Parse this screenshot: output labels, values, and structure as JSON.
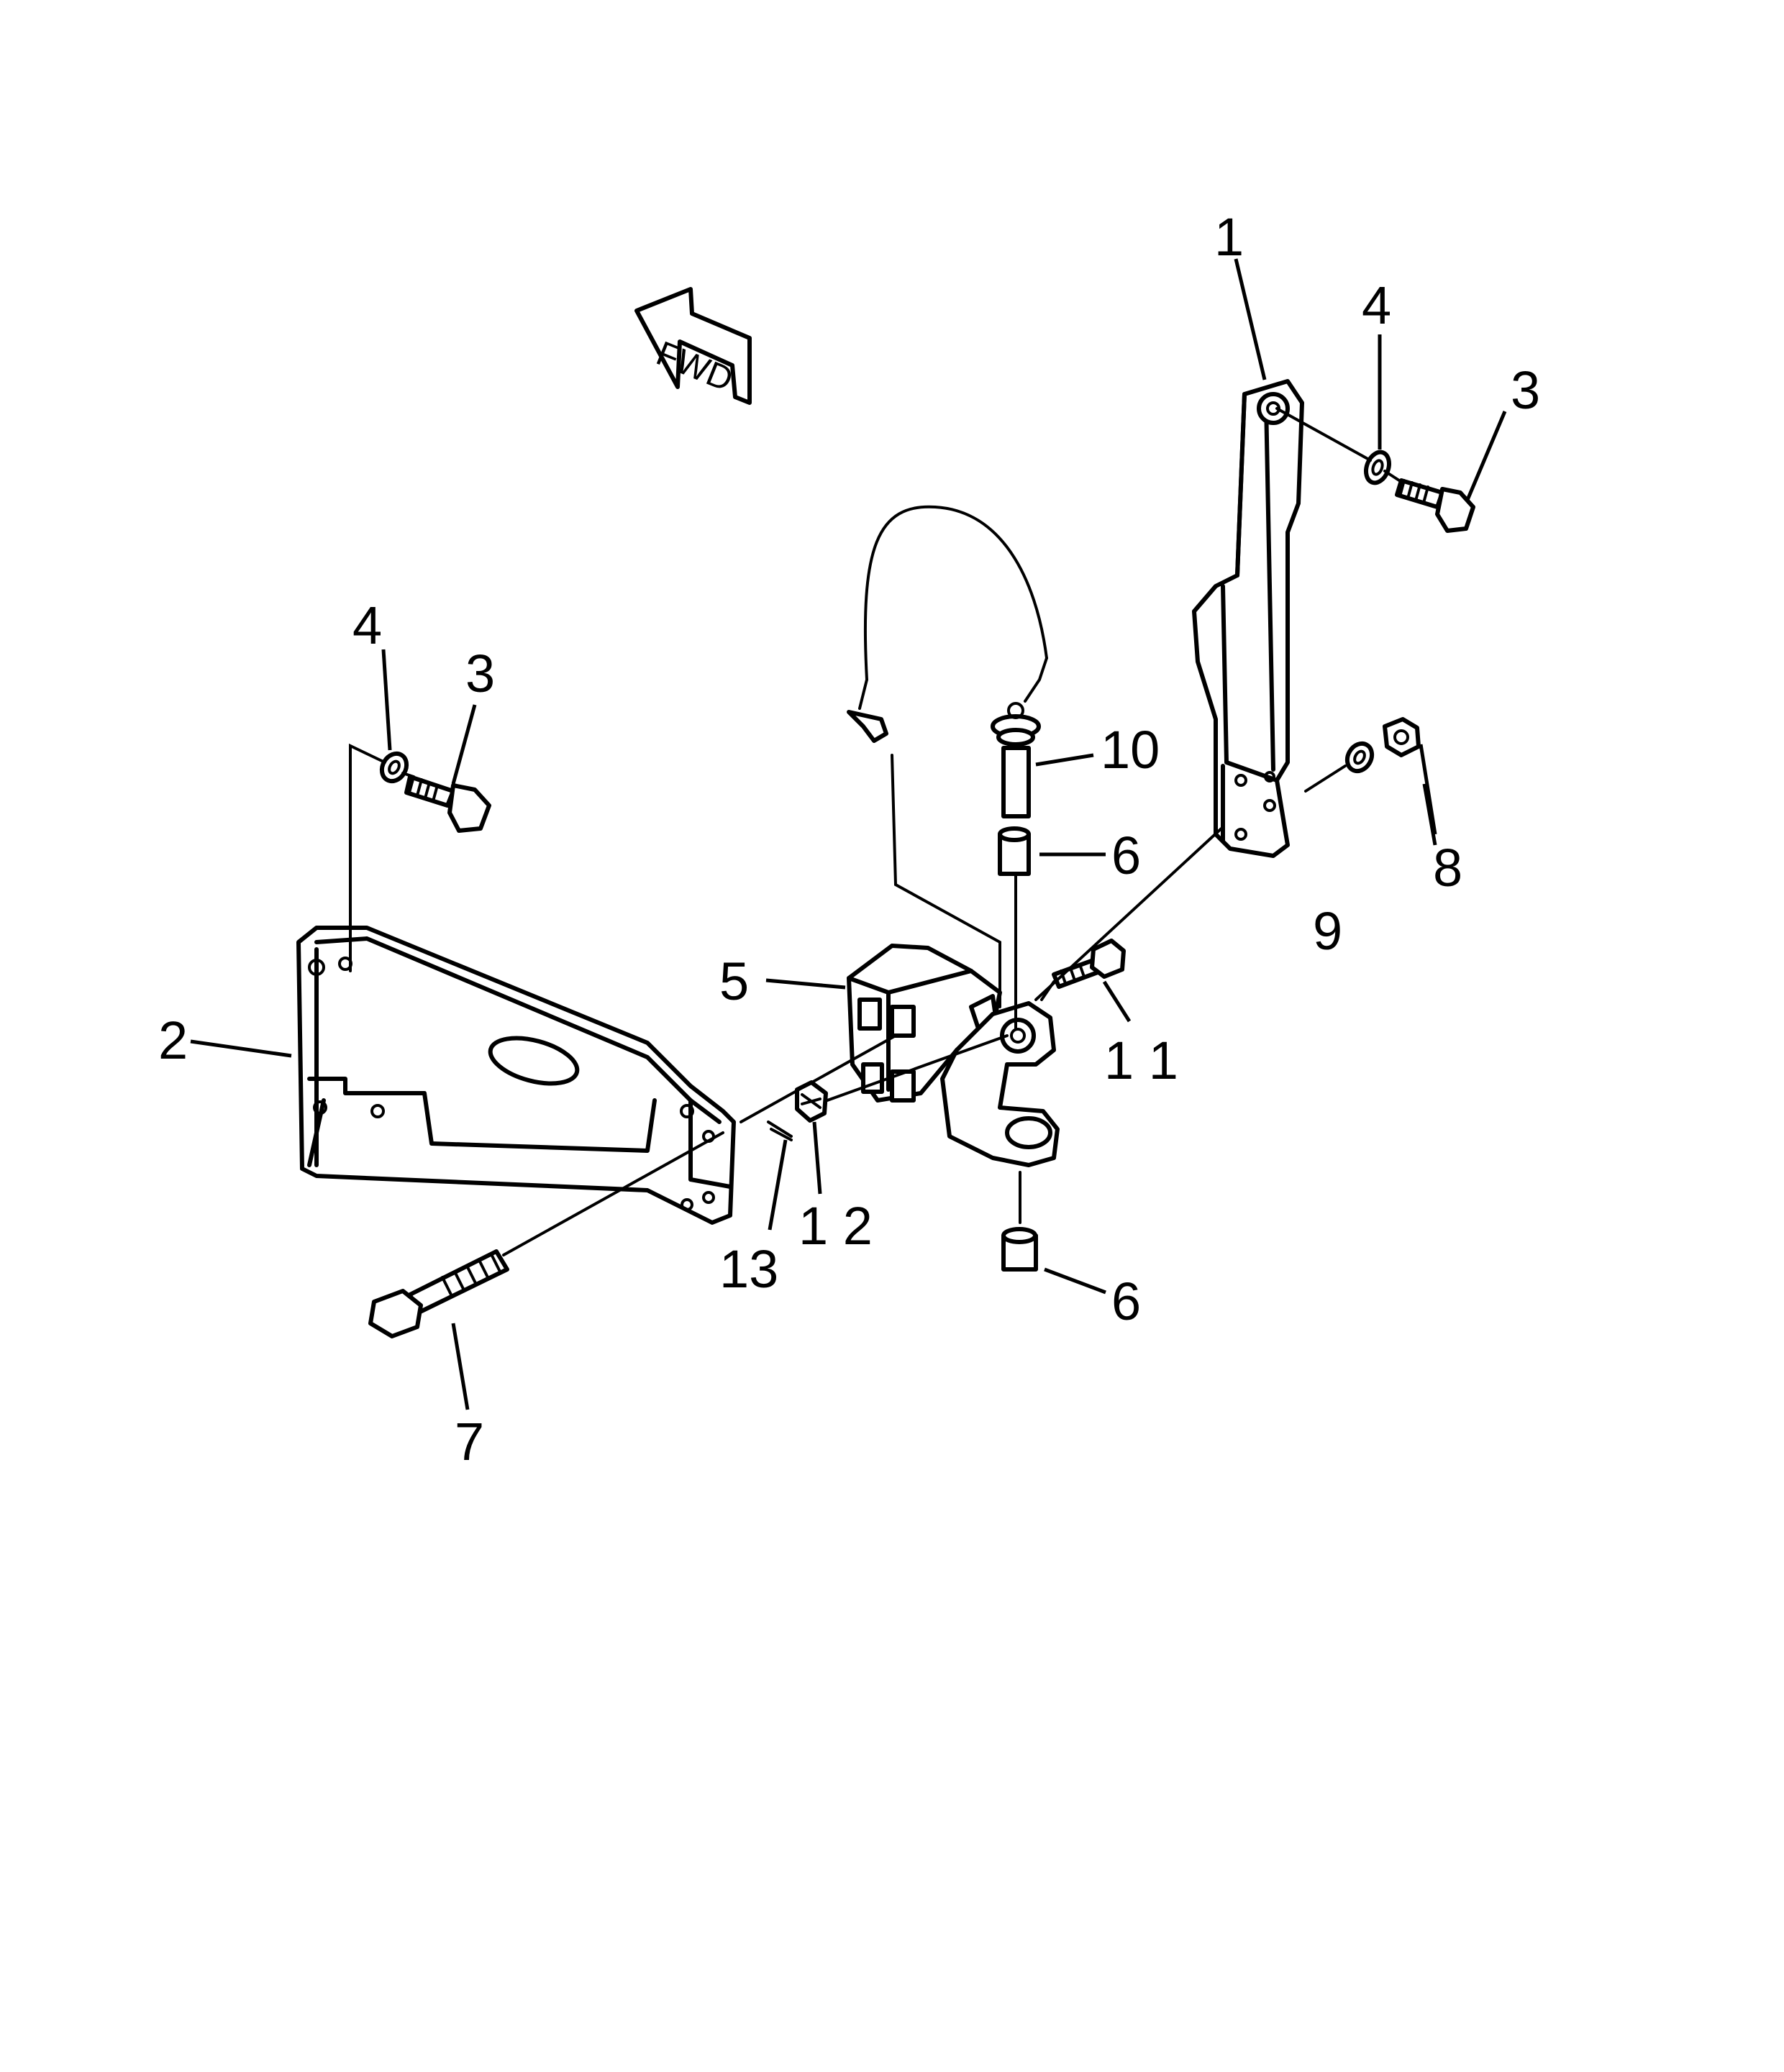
{
  "diagram": {
    "orientation_label": "FWD",
    "callouts": {
      "c1": "1",
      "c2": "2",
      "c3a": "3",
      "c3b": "3",
      "c4a": "4",
      "c4b": "4",
      "c5": "5",
      "c6a": "6",
      "c6b": "6",
      "c7": "7",
      "c8": "8",
      "c9": "9",
      "c10": "10",
      "c11": "1 1",
      "c12": "1 2",
      "c13": "13"
    }
  }
}
